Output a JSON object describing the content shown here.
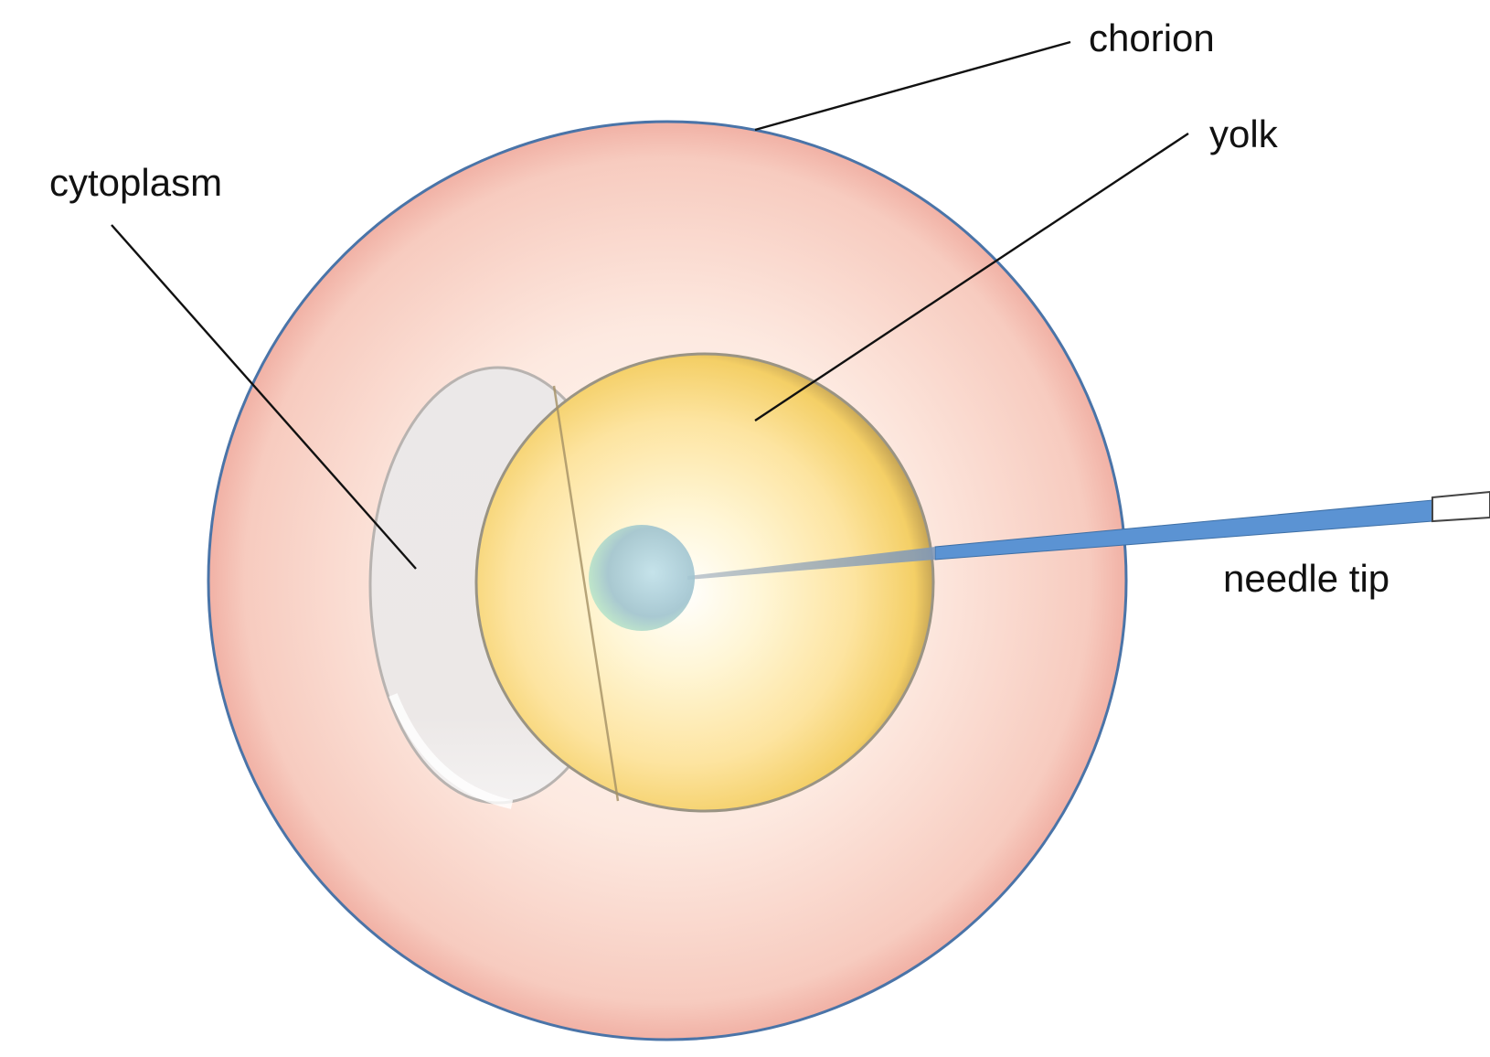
{
  "diagram": {
    "labels": {
      "chorion": "chorion",
      "yolk": "yolk",
      "cytoplasm": "cytoplasm",
      "needle_tip": "needle tip"
    },
    "colors": {
      "chorion_edge": "#f2b3a8",
      "chorion_center": "#fffaf6",
      "chorion_outline": "#4a74a8",
      "yolk_center": "#ffffff",
      "yolk_mid": "#fde7a6",
      "yolk_edge": "#f3cf63",
      "yolk_outline": "#9a9080",
      "cytoplasm_fill": "#ece9e8",
      "cytoplasm_outline": "#b5b0ad",
      "nucleus": "#9fc7d6",
      "needle": "#5b93d3"
    }
  }
}
